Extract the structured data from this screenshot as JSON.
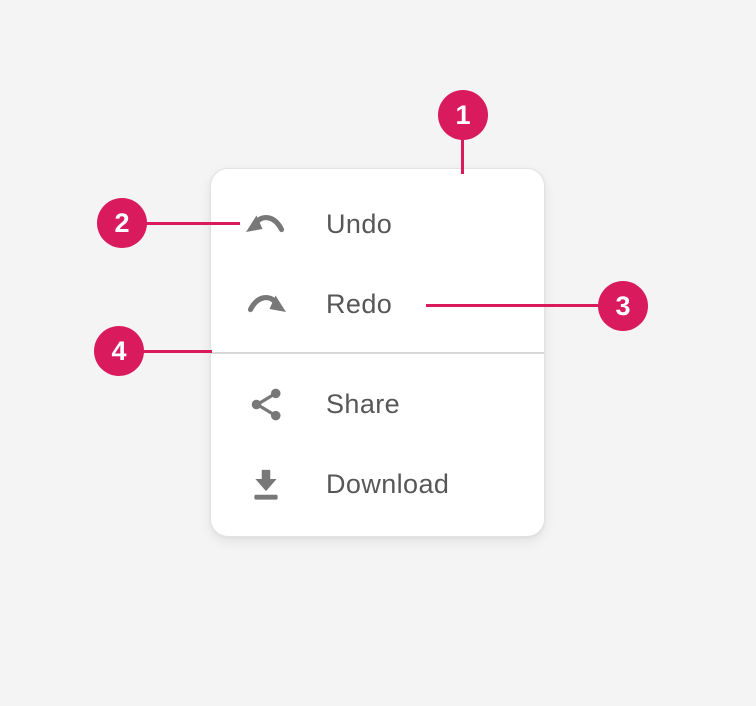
{
  "colors": {
    "background": "#f4f4f4",
    "accent": "#d91b5e",
    "card_background": "#ffffff",
    "card_border": "#e2e2e2",
    "divider": "#d8d8d8",
    "label_text": "#575757",
    "icon_gray": "#787878"
  },
  "menu": {
    "sections": [
      {
        "items": [
          {
            "icon": "undo-icon",
            "label": "Undo"
          },
          {
            "icon": "redo-icon",
            "label": "Redo"
          }
        ]
      },
      {
        "items": [
          {
            "icon": "share-icon",
            "label": "Share"
          },
          {
            "icon": "download-icon",
            "label": "Download"
          }
        ]
      }
    ]
  },
  "callouts": [
    {
      "number": "1"
    },
    {
      "number": "2"
    },
    {
      "number": "3"
    },
    {
      "number": "4"
    }
  ]
}
